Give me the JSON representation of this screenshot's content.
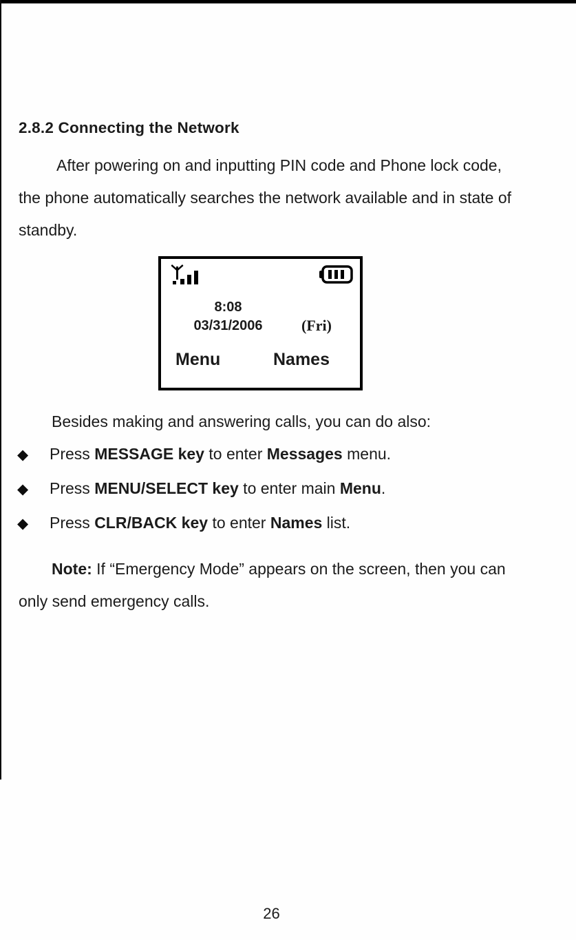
{
  "page": {
    "number": "26"
  },
  "heading": "2.8.2 Connecting the Network",
  "intro": {
    "line1": "After powering on and inputting PIN code and Phone lock code,",
    "line2": "the phone automatically searches the network available and in state of",
    "line3": "standby."
  },
  "phone_screen": {
    "time": "8:08",
    "date": "03/31/2006",
    "day": "(Fri)",
    "softkey_left": "Menu",
    "softkey_right": "Names",
    "signal_icon": "antenna-signal-bars",
    "battery_icon": "battery-three-bars"
  },
  "besides_line": "Besides making and answering calls, you can do also:",
  "bullets": [
    {
      "glyph": "◆",
      "prefix": "Press ",
      "key": "MESSAGE key",
      "mid": " to enter ",
      "strong": "Messages",
      "suffix": " menu."
    },
    {
      "glyph": "◆",
      "prefix": "Press ",
      "key": "MENU/SELECT key",
      "mid": " to enter main ",
      "strong": "Menu",
      "suffix": "."
    },
    {
      "glyph": "◆",
      "prefix": "Press ",
      "key": "CLR/BACK key",
      "mid": " to enter ",
      "strong": "Names",
      "suffix": " list."
    }
  ],
  "note": {
    "label": "Note:",
    "line1_rest": " If “Emergency Mode” appears on the screen, then you can",
    "line2": "only send emergency calls."
  },
  "colors": {
    "text": "#1b1b1b",
    "border": "#000000",
    "background": "#fefefe"
  }
}
